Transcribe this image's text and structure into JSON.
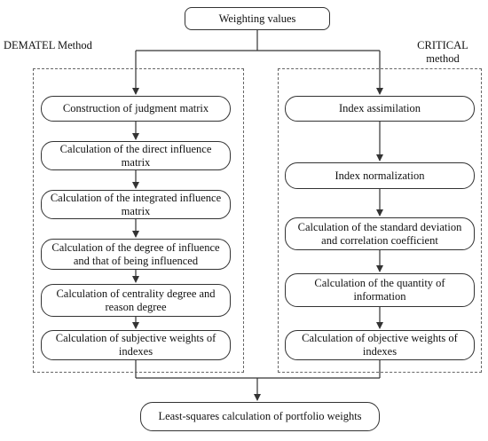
{
  "title": "Weighting values",
  "left_group_label": "DEMATEL Method",
  "right_group_label_line1": "CRITICAL",
  "right_group_label_line2": "method",
  "left_steps": [
    "Construction of judgment matrix",
    "Calculation of the direct influence matrix",
    "Calculation of the integrated influence matrix",
    "Calculation of the degree of influence and that of being influenced",
    "Calculation of centrality degree and reason degree",
    "Calculation of subjective weights of indexes"
  ],
  "right_steps": [
    "Index assimilation",
    "Index normalization",
    "Calculation of the standard deviation and correlation coefficient",
    "Calculation of the quantity of information",
    "Calculation of objective weights of indexes"
  ],
  "result": "Least-squares calculation of portfolio weights",
  "colors": {
    "stroke": "#333333",
    "dash": "#666666",
    "text": "#111111"
  }
}
